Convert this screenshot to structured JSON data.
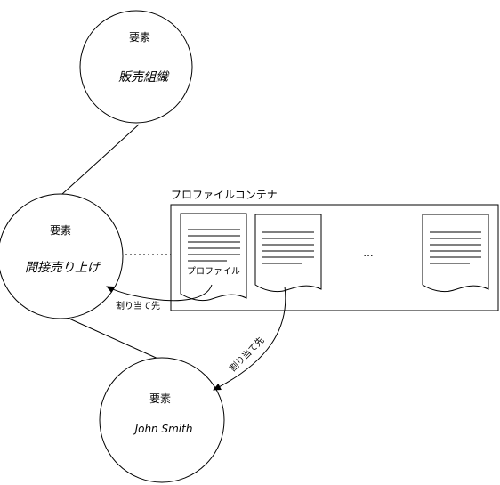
{
  "nodes": {
    "top": {
      "label": "要素",
      "name": "販売組織"
    },
    "middle": {
      "label": "要素",
      "name": "間接売り上げ"
    },
    "bottom": {
      "label": "要素",
      "name": "John Smith"
    }
  },
  "container": {
    "title": "プロファイルコンテナ",
    "doc_label": "プロファイル",
    "ellipsis": "..."
  },
  "edges": {
    "assign_left": "割り当て先",
    "assign_right": "割り当て先"
  }
}
